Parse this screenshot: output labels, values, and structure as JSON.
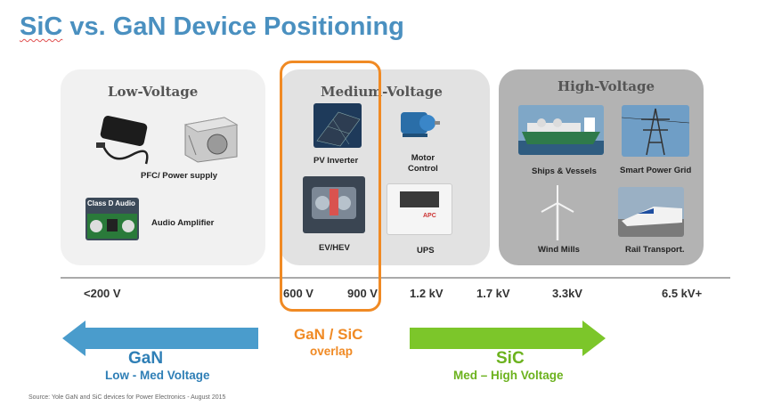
{
  "title_sic": "SiC",
  "title_rest": " vs. GaN Device Positioning",
  "panels": {
    "low": {
      "title": "Low-Voltage",
      "items": {
        "pfc": "PFC/ Power supply",
        "audio": "Audio Amplifier",
        "audio_board": "Class D Audio"
      }
    },
    "medium": {
      "title": "Medium-Voltage",
      "items": {
        "pv": "PV Inverter",
        "motor_line1": "Motor",
        "motor_line2": "Control",
        "ev": "EV/HEV",
        "ups": "UPS",
        "ups_brand": "APC"
      }
    },
    "high": {
      "title": "High-Voltage",
      "items": {
        "ships": "Ships & Vessels",
        "grid": "Smart Power Grid",
        "wind": "Wind Mills",
        "rail": "Rail Transport."
      }
    }
  },
  "axis": {
    "ticks": [
      "<200 V",
      "600 V",
      "900 V",
      "1.2 kV",
      "1.7 kV",
      "3.3kV",
      "6.5 kV+"
    ]
  },
  "overlap": {
    "line1": "GaN / SiC",
    "line2": "overlap",
    "color": "#f08a24"
  },
  "gan_arrow": {
    "name": "GaN",
    "range": "Low - Med Voltage",
    "color": "#4a9ccc"
  },
  "sic_arrow": {
    "name": "SiC",
    "range": "Med – High Voltage",
    "color": "#7cc62a"
  },
  "source": "Source: Yole GaN and SiC devices for Power Electronics - August 2015"
}
